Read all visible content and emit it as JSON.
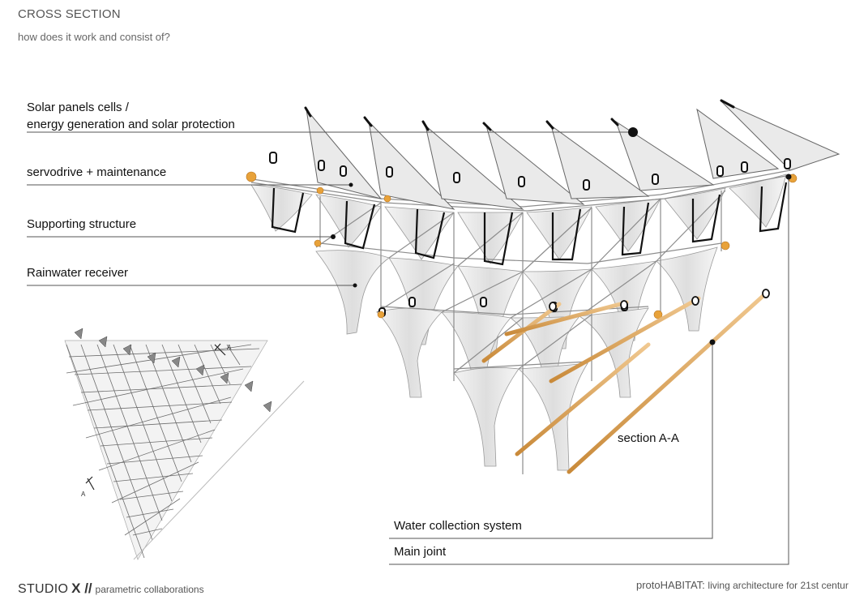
{
  "header": {
    "title": "CROSS SECTION",
    "subtitle": "how does it work and consist of?"
  },
  "labels": {
    "solar_line1": "Solar panels cells /",
    "solar_line2": "energy generation and solar protection",
    "servodrive": "servodrive + maintenance",
    "supporting": "Supporting structure",
    "rainwater": "Rainwater receiver",
    "section_aa": "section A-A",
    "water_collection": "Water collection system",
    "main_joint": "Main joint"
  },
  "plan": {
    "marker_top": "A",
    "marker_bottom": "A"
  },
  "footer": {
    "studio": "STUDIO",
    "x_mark": "X //",
    "tagline": "parametric collaborations",
    "project": "protoHABITAT:",
    "project_sub": "living architecture for 21st centur"
  },
  "colors": {
    "accent_orange": "#e8a23a",
    "pole_orange": "#e0b070",
    "line_dark": "#222222",
    "structure_grey": "#9a9a9a"
  }
}
